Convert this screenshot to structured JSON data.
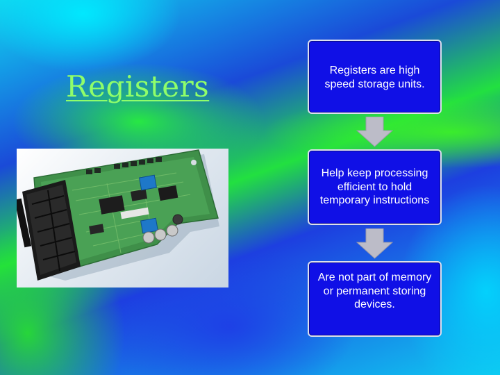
{
  "slide": {
    "title": "Registers",
    "boxes": [
      "Registers are high speed storage units.",
      "Help keep processing efficient to hold temporary instructions",
      "Are not part of memory or permanent storing devices."
    ],
    "image_label": "circuit-board-photo",
    "colors": {
      "title": "#8ffe6a",
      "box_fill": "#1010e6",
      "box_border": "#dde0ee",
      "arrow_fill": "#bcbcc8"
    }
  }
}
